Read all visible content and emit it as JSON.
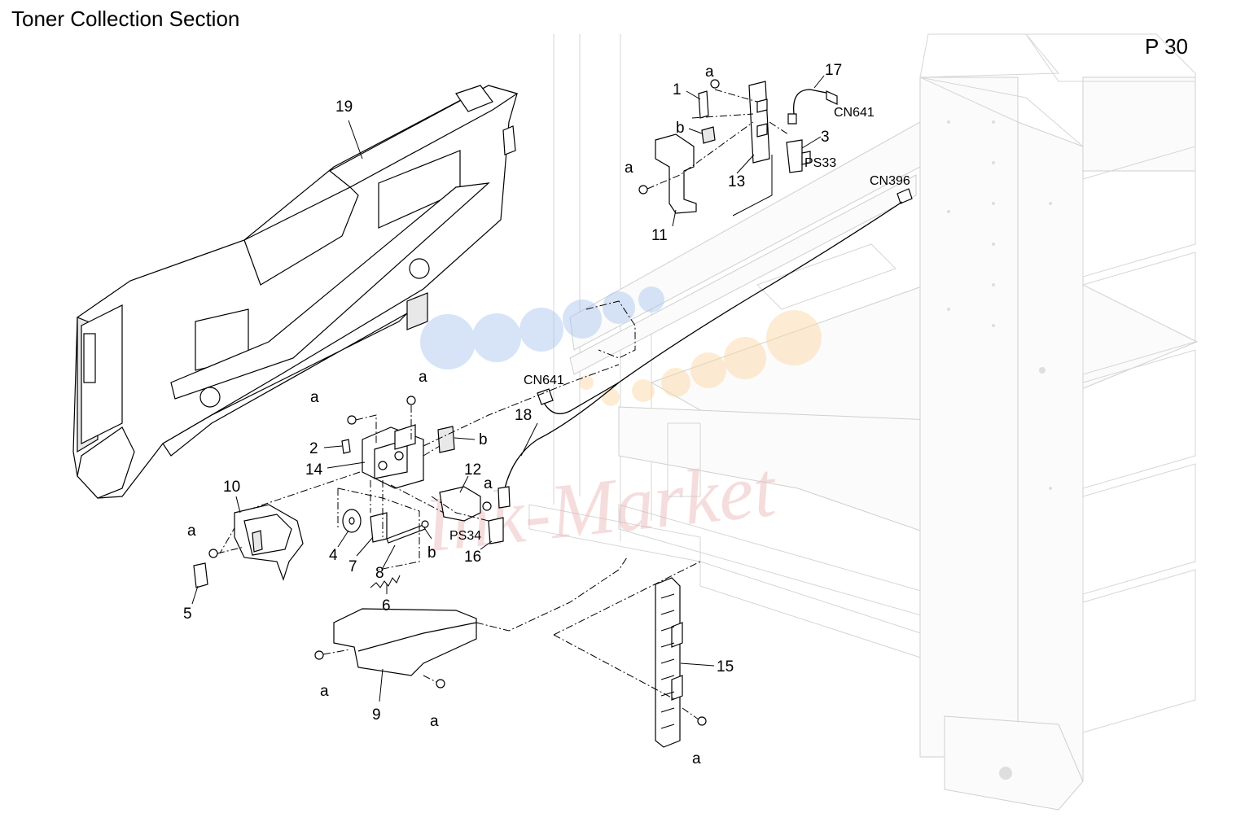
{
  "title": "Toner Collection Section",
  "page": "P 30",
  "watermark": "Ink-Market",
  "callouts": {
    "c1": "1",
    "c2": "2",
    "c3": "3",
    "c4": "4",
    "c5": "5",
    "c6": "6",
    "c7": "7",
    "c8": "8",
    "c9": "9",
    "c10": "10",
    "c11": "11",
    "c12": "12",
    "c13": "13",
    "c14": "14",
    "c15": "15",
    "c16": "16",
    "c17": "17",
    "c18": "18",
    "c19": "19",
    "screw_a": "a",
    "clip_b": "b"
  },
  "connectors": {
    "cn641_top": "CN641",
    "cn641_mid": "CN641",
    "cn396": "CN396",
    "ps33": "PS33",
    "ps34": "PS34"
  },
  "colors": {
    "frame": "#d6d6d6",
    "line": "#000000"
  }
}
